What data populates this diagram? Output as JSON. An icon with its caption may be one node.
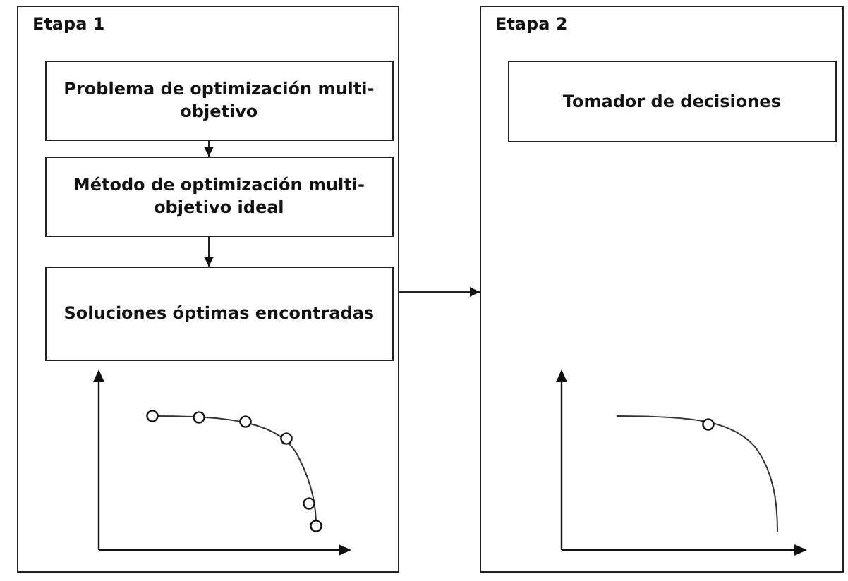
{
  "diagram": {
    "nodes": [
      {
        "text": [
          "Etapa 1"
        ]
      },
      {
        "text": [
          "Problema de optimización multi-objetivo"
        ],
        "in": 0
      },
      {
        "text": [
          "Método de optimización multi-objetivo ideal"
        ],
        "in": 0
      },
      {
        "text": [
          "Soluciones óptimas encontradas"
        ],
        "in": 0
      },
      {
        "text": [
          "Etapa 2"
        ]
      },
      {
        "text": [
          "Tomador de decisiones"
        ],
        "in": 4
      }
    ],
    "edges": [
      {
        "from": 1,
        "to": 2,
        "arrow": "to"
      },
      {
        "from": 2,
        "to": 3,
        "arrow": "to"
      },
      {
        "from": 0,
        "to": 4,
        "arrow": "to"
      }
    ]
  }
}
